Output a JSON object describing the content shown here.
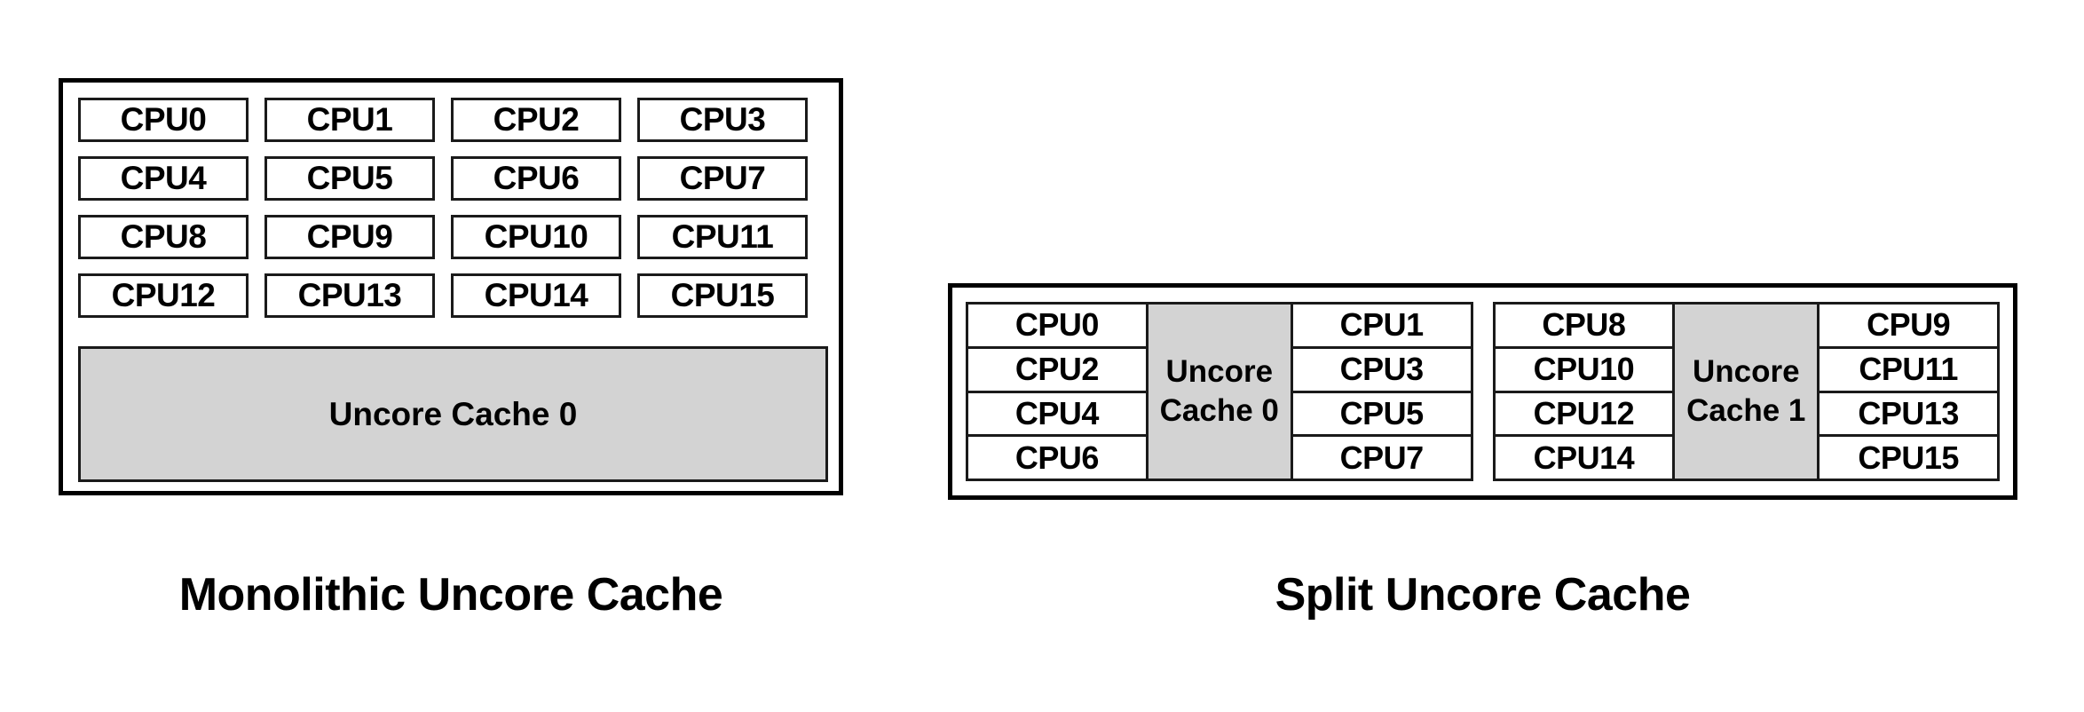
{
  "diagram": {
    "title_visible": false,
    "background_color": "#ffffff",
    "border_color": "#000000",
    "cache_fill_color": "#d3d3d3",
    "cpu_fill_color": "#ffffff"
  },
  "monolithic": {
    "caption": "Monolithic Uncore Cache",
    "cpus": [
      "CPU0",
      "CPU1",
      "CPU2",
      "CPU3",
      "CPU4",
      "CPU5",
      "CPU6",
      "CPU7",
      "CPU8",
      "CPU9",
      "CPU10",
      "CPU11",
      "CPU12",
      "CPU13",
      "CPU14",
      "CPU15"
    ],
    "cache": {
      "label": "Uncore Cache 0"
    }
  },
  "split": {
    "caption": "Split Uncore Cache",
    "groups": [
      {
        "left_cpus": [
          "CPU0",
          "CPU2",
          "CPU4",
          "CPU6"
        ],
        "cache": {
          "label": "Uncore Cache 0"
        },
        "right_cpus": [
          "CPU1",
          "CPU3",
          "CPU5",
          "CPU7"
        ]
      },
      {
        "left_cpus": [
          "CPU8",
          "CPU10",
          "CPU12",
          "CPU14"
        ],
        "cache": {
          "label": "Uncore Cache 1"
        },
        "right_cpus": [
          "CPU9",
          "CPU11",
          "CPU13",
          "CPU15"
        ]
      }
    ]
  }
}
